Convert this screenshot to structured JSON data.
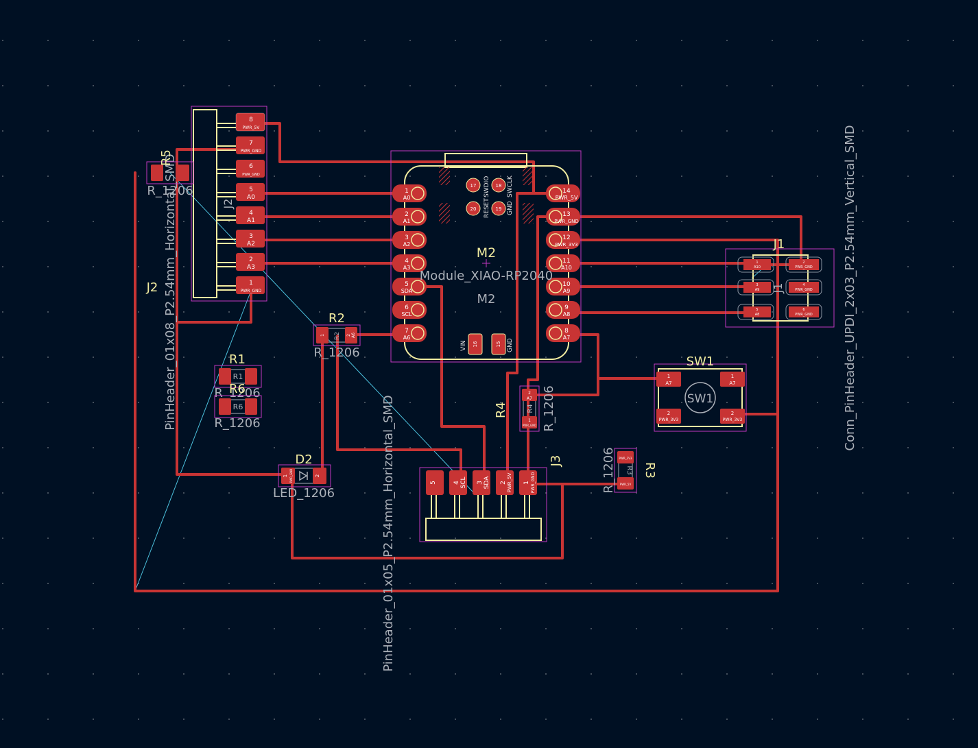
{
  "colors": {
    "background": "#001023",
    "copper_front": "#c83434",
    "silkscreen": "#f2eda1",
    "courtyard": "#c238c2",
    "fab": "#aab0b8",
    "ratsnest": "#4bc0dc",
    "grid_dot": "#5a6470"
  },
  "footprints": {
    "J2": {
      "ref": "J2",
      "value": "PinHeader_01x08_P2.54mm_Horizontal_SMD",
      "fab_ref": "J2"
    },
    "M2": {
      "ref": "M2",
      "value": "Module_XIAO-RP2040",
      "fab_ref": "M2"
    },
    "J1": {
      "ref": "J1",
      "value": "Conn_PinHeader_UPDI_2x03_P2.54mm_Vertical_SMD",
      "fab_ref": "J1"
    },
    "J3": {
      "ref": "J3",
      "value": "PinHeader_01x05_P2.54mm_Horizontal_SMD"
    },
    "SW1": {
      "ref": "SW1",
      "value": "SW1",
      "fab_ref": "SW1"
    },
    "R1": {
      "ref": "R1",
      "value": "R_1206",
      "fab_ref": "R1"
    },
    "R2": {
      "ref": "R2",
      "value": "R_1206",
      "fab_ref": "R2"
    },
    "R3": {
      "ref": "R3",
      "value": "R_1206",
      "fab_ref": "R3"
    },
    "R4": {
      "ref": "R4",
      "value": "R_1206",
      "fab_ref": "R4"
    },
    "R5": {
      "ref": "R5",
      "value": "R_1206",
      "fab_ref": "R5"
    },
    "R6": {
      "ref": "R6",
      "value": "R_1206",
      "fab_ref": "R6"
    },
    "D2": {
      "ref": "D2",
      "value": "LED_1206"
    }
  },
  "pads": {
    "J2": [
      {
        "num": "8",
        "net": "PWR_5V"
      },
      {
        "num": "7",
        "net": "PWR_GND"
      },
      {
        "num": "6",
        "net": "PWR_GND"
      },
      {
        "num": "5",
        "net": "A0"
      },
      {
        "num": "4",
        "net": "A1"
      },
      {
        "num": "3",
        "net": "A2"
      },
      {
        "num": "2",
        "net": "A3"
      },
      {
        "num": "1",
        "net": "PWR_GND"
      }
    ],
    "M2_left": [
      {
        "num": "1",
        "net": "A0"
      },
      {
        "num": "2",
        "net": "A1"
      },
      {
        "num": "3",
        "net": "A2"
      },
      {
        "num": "4",
        "net": "A3"
      },
      {
        "num": "5",
        "net": "SDA"
      },
      {
        "num": "6",
        "net": "SCL"
      },
      {
        "num": "7",
        "net": "A6"
      }
    ],
    "M2_right": [
      {
        "num": "14",
        "net": "PWR_5V"
      },
      {
        "num": "13",
        "net": "PWR_GND"
      },
      {
        "num": "12",
        "net": "PWR_3V3"
      },
      {
        "num": "11",
        "net": "A10"
      },
      {
        "num": "10",
        "net": "A9"
      },
      {
        "num": "9",
        "net": "A8"
      },
      {
        "num": "8",
        "net": "A7"
      }
    ],
    "M2_top": [
      {
        "num": "17",
        "label": "RESET"
      },
      {
        "num": "18",
        "label": "SWDIO"
      },
      {
        "num": "20",
        "label": "SWCLK"
      },
      {
        "num": "19",
        "label": "GND"
      }
    ],
    "M2_bottom": [
      {
        "num": "16",
        "label": "VIN"
      },
      {
        "num": "15",
        "label": "GND"
      }
    ],
    "J1": [
      {
        "num": "1",
        "net": "A10"
      },
      {
        "num": "2",
        "net": "PWR_GND"
      },
      {
        "num": "3",
        "net": "A9"
      },
      {
        "num": "4",
        "net": "PWR_GND"
      },
      {
        "num": "5",
        "net": "A8"
      },
      {
        "num": "6",
        "net": "PWR_GND"
      }
    ],
    "J3": [
      {
        "num": "5",
        "net": ""
      },
      {
        "num": "4",
        "net": "SCL"
      },
      {
        "num": "3",
        "net": "SDA"
      },
      {
        "num": "2",
        "net": "PWR_5V"
      },
      {
        "num": "1",
        "net": "PWR_GND"
      }
    ],
    "SW1": [
      {
        "num": "1",
        "net": "A7"
      },
      {
        "num": "1",
        "net": "A7"
      },
      {
        "num": "2",
        "net": "PWR_3V3"
      },
      {
        "num": "2",
        "net": "PWR_3V3"
      }
    ],
    "R2": [
      {
        "num": "1",
        "net": ""
      },
      {
        "num": "2",
        "net": "A6"
      }
    ],
    "R4": [
      {
        "num": "2",
        "net": "A7"
      },
      {
        "num": "1",
        "net": "PWR_GND"
      }
    ],
    "R3": [
      {
        "num": "",
        "net": "PWR_3V3"
      },
      {
        "num": "",
        "net": "PWR_5V"
      }
    ],
    "D2": [
      {
        "num": "1",
        "net": "PWR_GND"
      },
      {
        "num": "2",
        "net": ""
      }
    ]
  },
  "ui": {}
}
